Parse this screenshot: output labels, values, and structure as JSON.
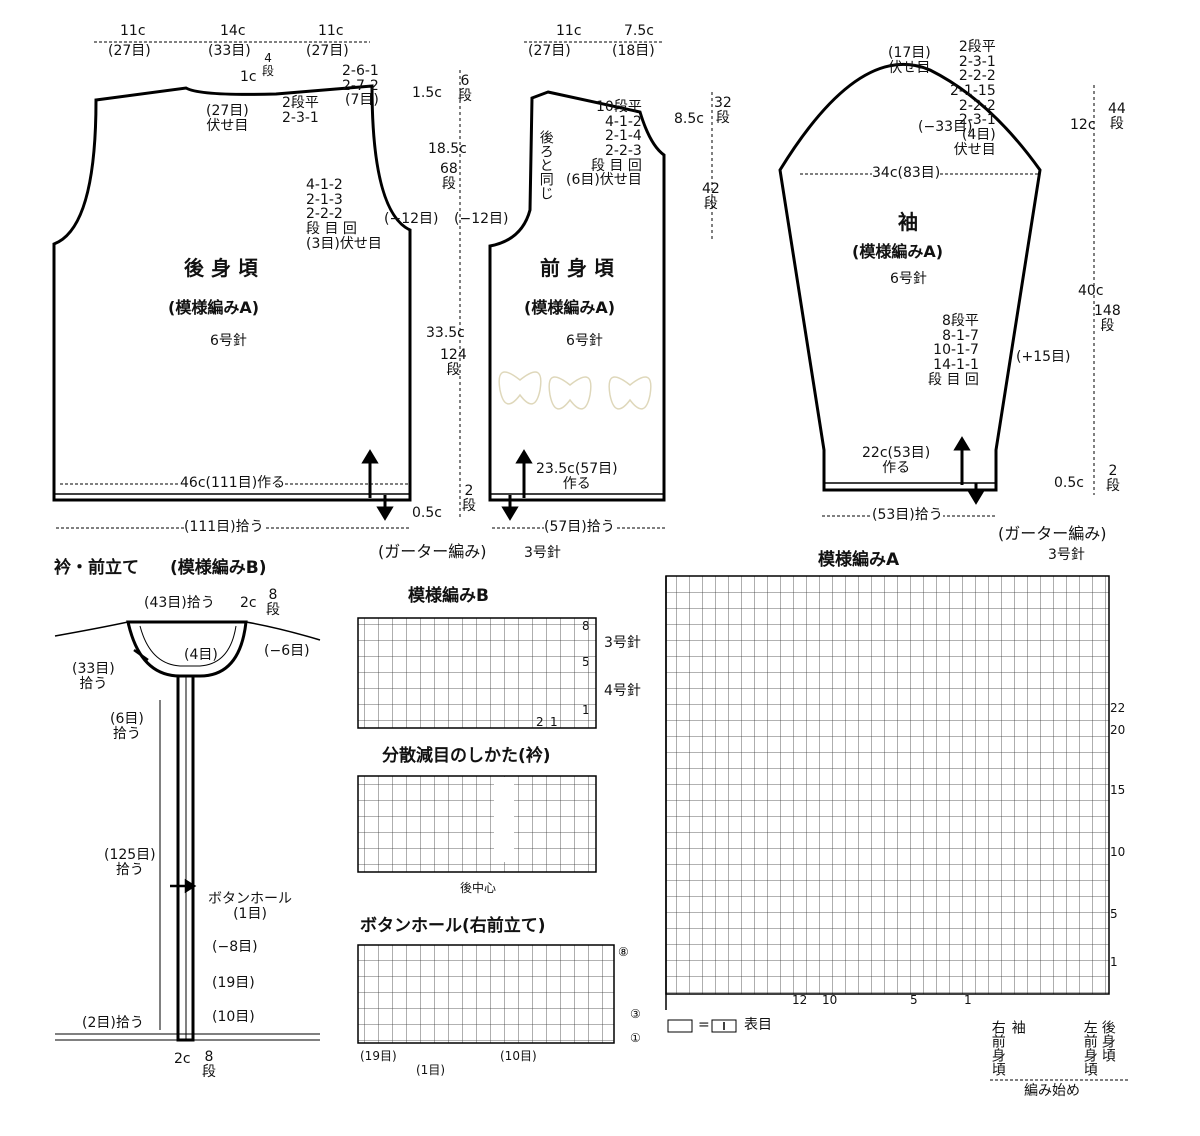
{
  "back": {
    "title": "後 身 頃",
    "pattern": "(模様編みA)",
    "needle": "6号針",
    "top_left_w": "11c",
    "top_left_st": "(27目)",
    "top_mid_w": "14c",
    "top_mid_st": "(33目)",
    "top_right_w": "11c",
    "top_right_st": "(27目)",
    "neck_depth": "1c",
    "neck_rows": "4\n段",
    "neck_bindoff": "(27目)\n伏せ目",
    "neck_shaping": "2段平\n2-3-1",
    "shoulder_shaping": "2-6-1\n2-7-2\n(7目)",
    "armhole_shaping": "4-1-2\n2-1-3\n2-2-2\n段 目 回\n(3目)伏せ目",
    "armhole_dec": "(−12目)",
    "cast_on": "46c(111目)作る",
    "pick_up": "(111目)拾う"
  },
  "center": {
    "shoulder_h": "1.5c",
    "shoulder_rows": "6\n段",
    "armhole_h": "18.5c",
    "armhole_rows": "68\n段",
    "armhole_dec": "(−12目)",
    "body_h": "33.5c",
    "body_rows": "124\n段",
    "hem_h": "0.5c",
    "hem_rows": "2\n段"
  },
  "front": {
    "title": "前 身 頃",
    "pattern": "(模様編みA)",
    "needle": "6号針",
    "top_w1": "11c",
    "top_st1": "(27目)",
    "top_w2": "7.5c",
    "top_st2": "(18目)",
    "neck_shaping": "10段平\n4-1-2\n2-1-4\n2-2-3\n段 目 回\n(6目)伏せ目",
    "same_as_back": "後ろと同じ",
    "neck_h": "8.5c",
    "neck_rows": "32\n段",
    "lower_rows": "42\n段",
    "cast_on": "23.5c(57目)\n作る",
    "pick_up": "(57目)拾う",
    "garter": "(ガーター編み)",
    "garter_needle": "3号針"
  },
  "sleeve": {
    "title": "袖",
    "pattern": "(模様編みA)",
    "needle": "6号針",
    "cap_bindoff": "(17目)\n伏せ目",
    "cap_shaping": "2段平\n2-3-1\n2-2-2\n2-1-15\n2-2-2\n2-3-1\n(4目)\n伏せ目",
    "cap_dec": "(−33目)",
    "cap_h": "12c",
    "cap_rows": "44\n段",
    "width": "34c(83目)",
    "inc_shaping": "8段平\n8-1-7\n10-1-7\n14-1-1\n段 目 回",
    "inc": "(+15目)",
    "length": "40c",
    "length_rows": "148\n段",
    "cuff": "22c(53目)\n作る",
    "hem_h": "0.5c",
    "hem_rows": "2\n段",
    "pick_up": "(53目)拾う",
    "garter": "(ガーター編み)",
    "garter_needle": "3号針"
  },
  "collar": {
    "title": "衿・前立て",
    "pattern": "(模様編みB)",
    "pick_neck": "(43目)拾う",
    "band_h": "2c",
    "band_rows": "8\n段",
    "dec_neck": "(−6目)",
    "st4": "(4目)",
    "pick33": "(33目)\n拾う",
    "pick6": "(6目)\n拾う",
    "pick125": "(125目)\n拾う",
    "buttonhole": "ボタンホール\n(1目)",
    "dec8": "(−8目)",
    "st19": "(19目)",
    "st10": "(10目)",
    "pick2": "(2目)拾う",
    "bottom_w": "2c",
    "bottom_rows": "8\n段"
  },
  "chart_b": {
    "title": "模様編みB",
    "needle3": "3号針",
    "needle4": "4号針",
    "row8": "8",
    "row5": "5",
    "row1": "1",
    "st2": "2",
    "st1": "1"
  },
  "chart_dec": {
    "title": "分散減目のしかた(衿)",
    "center": "後中心"
  },
  "chart_bh": {
    "title": "ボタンホール(右前立て)",
    "r8": "⑧",
    "r3": "③",
    "r1": "①",
    "st19": "(19目)",
    "st1": "(1目)",
    "st10": "(10目)"
  },
  "chart_a": {
    "title": "模様編みA",
    "rows": [
      "22",
      "20",
      "15",
      "10",
      "5",
      "1"
    ],
    "cols": [
      "12",
      "10",
      "5",
      "1"
    ],
    "legend": "表目",
    "legend_eq": "=",
    "right_front": "右前身頃",
    "sleeve": "袖",
    "left_front": "左前身頃",
    "back": "後身頃",
    "start": "編み始め"
  }
}
